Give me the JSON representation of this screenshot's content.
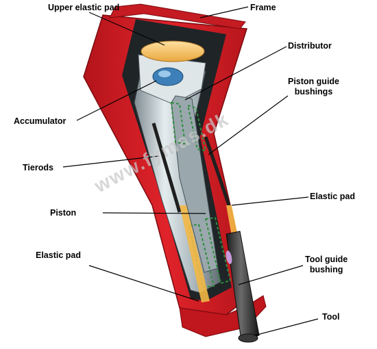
{
  "labels": {
    "upper_elastic_pad": "Upper elastic pad",
    "frame": "Frame",
    "distributor": "Distributor",
    "piston_guide_bushings_line1": "Piston guide",
    "piston_guide_bushings_line2": "bushings",
    "accumulator": "Accumulator",
    "tierods": "Tierods",
    "elastic_pad_right": "Elastic pad",
    "piston": "Piston",
    "elastic_pad_left": "Elastic pad",
    "tool_guide_bushing_line1": "Tool guide",
    "tool_guide_bushing_line2": "bushing",
    "tool": "Tool"
  },
  "watermark": "www.fymas.dk",
  "colors": {
    "frame_red": "#dd1f26",
    "frame_dark": "#9c1016",
    "cavity_dark": "#2a3035",
    "body_gray": "#b8c4c8",
    "tool_dark": "#2b2b2b",
    "pad_yellow": "#f5c15a",
    "leader": "#000000"
  }
}
